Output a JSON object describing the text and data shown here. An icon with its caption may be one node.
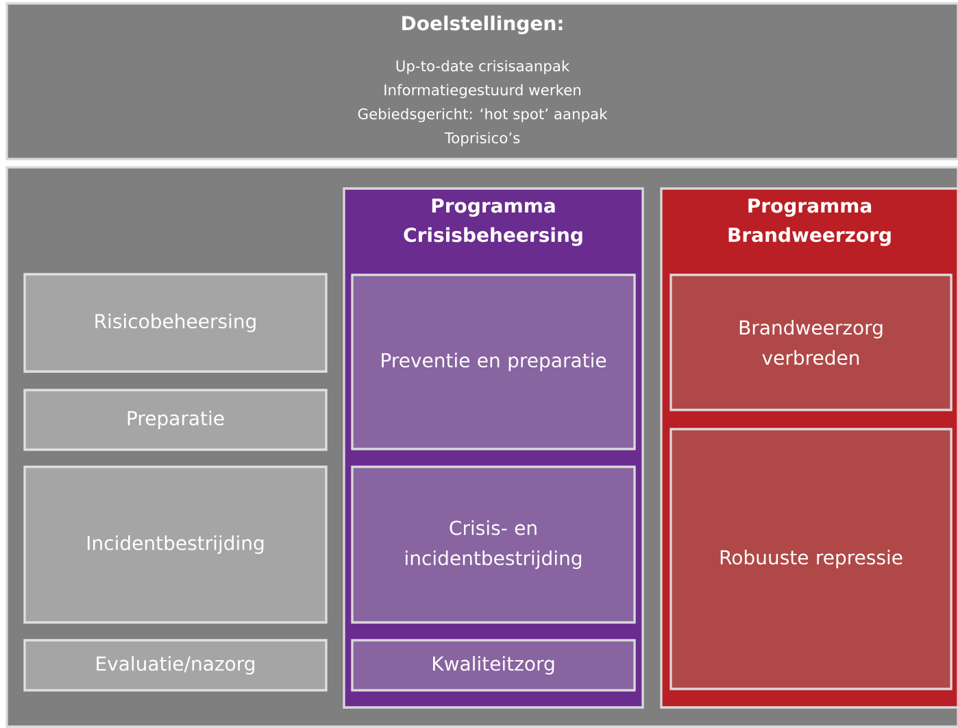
{
  "diagram": {
    "nodes": [
      {
        "text": [
          "Doelstellingen:",
          "Up-to-date crisisaanpak",
          "Informatiegestuurd werken",
          "Gebiedsgericht: ‘hot spot’ aanpak",
          "Toprisico’s"
        ]
      },
      {
        "text": [],
        "shape": "box"
      },
      {
        "text": [
          "Risicobeheersing"
        ],
        "in": 1
      },
      {
        "text": [
          "Preparatie"
        ],
        "in": 1
      },
      {
        "text": [
          "Incidentbestrijding"
        ],
        "in": 1
      },
      {
        "text": [
          "Evaluatie/nazorg"
        ],
        "in": 1
      },
      {
        "text": [
          "Programma Crisisbeheersing"
        ],
        "in": 1
      },
      {
        "text": [
          "Preventie en preparatie"
        ],
        "in": 6
      },
      {
        "text": [
          "Crisis- en incidentbestrijding"
        ],
        "in": 6
      },
      {
        "text": [
          "Kwaliteitzorg"
        ],
        "in": 6
      },
      {
        "text": [
          "Programma Brandweerzorg"
        ],
        "in": 1
      },
      {
        "text": [
          "Brandweerzorg verbreden"
        ],
        "in": 10
      },
      {
        "text": [
          "Robuuste repressie"
        ],
        "in": 10
      }
    ]
  }
}
